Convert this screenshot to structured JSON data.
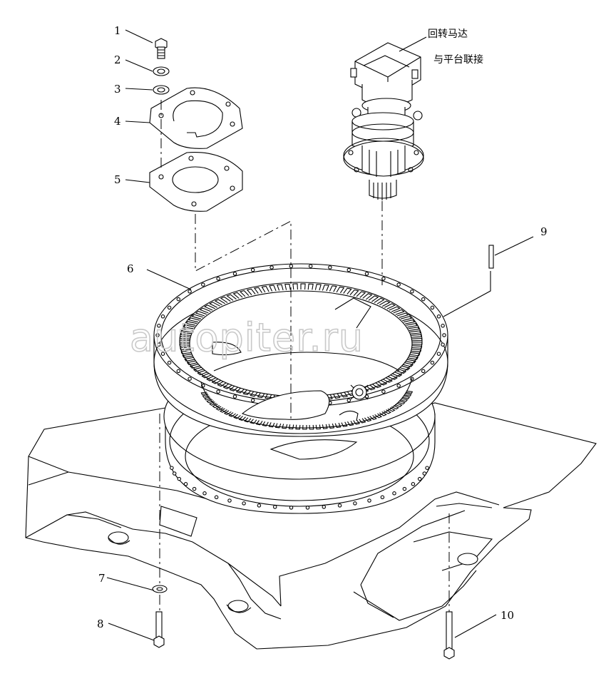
{
  "callouts": [
    {
      "id": "1",
      "label": "1"
    },
    {
      "id": "2",
      "label": "2"
    },
    {
      "id": "3",
      "label": "3"
    },
    {
      "id": "4",
      "label": "4"
    },
    {
      "id": "5",
      "label": "5"
    },
    {
      "id": "6",
      "label": "6"
    },
    {
      "id": "7",
      "label": "7"
    },
    {
      "id": "8",
      "label": "8"
    },
    {
      "id": "9",
      "label": "9"
    },
    {
      "id": "10",
      "label": "10"
    }
  ],
  "note": {
    "line1": "回转马达",
    "line2": "与平台联接"
  },
  "watermark": "autopiter.ru"
}
